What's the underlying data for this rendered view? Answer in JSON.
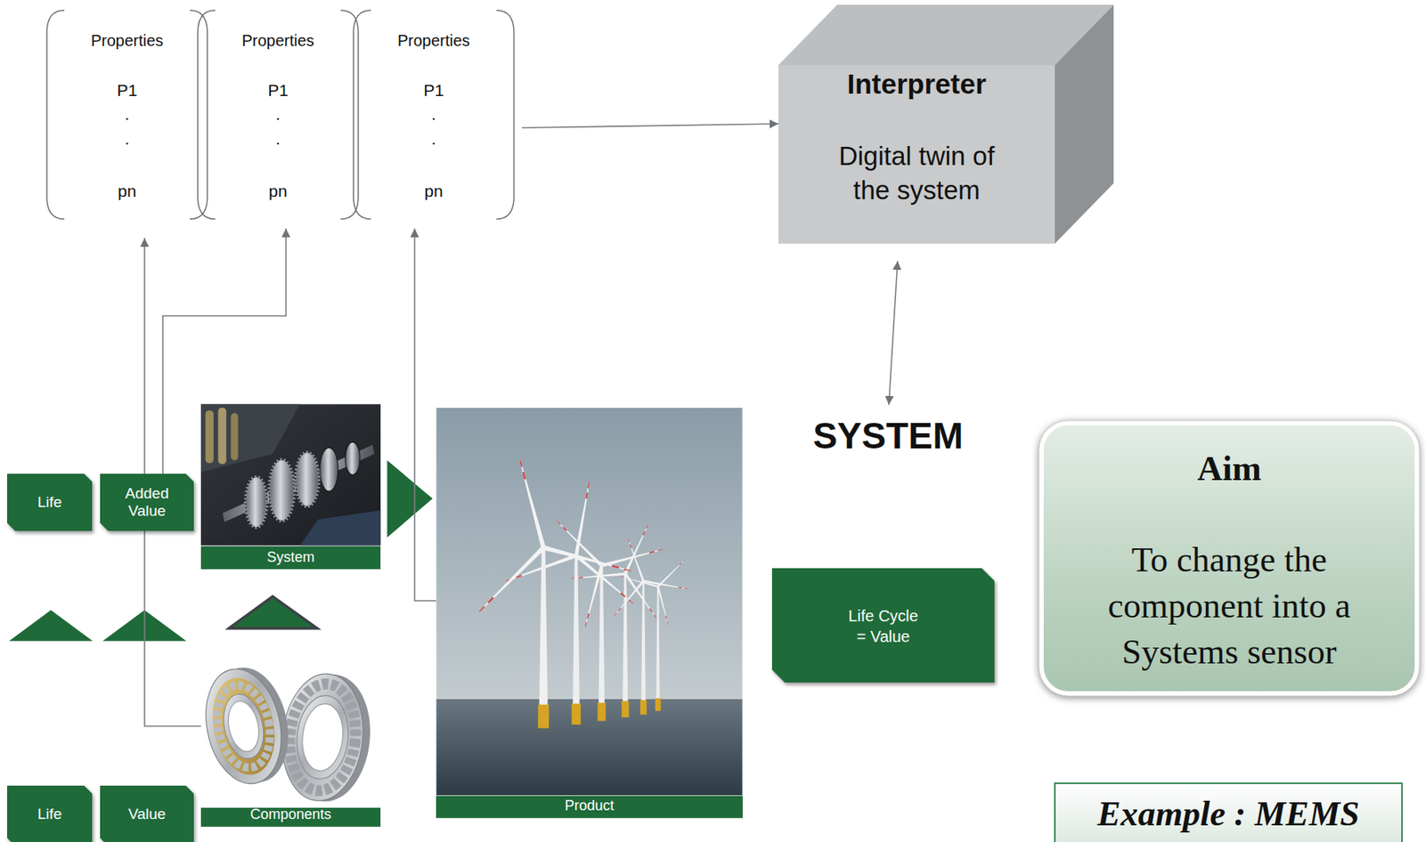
{
  "diagram": {
    "nodes": [
      {
        "text": [
          "Properties",
          "P1",
          ".",
          ".",
          "pn"
        ]
      },
      {
        "text": [
          "Properties",
          "P1",
          ".",
          ".",
          "pn"
        ]
      },
      {
        "text": [
          "Properties",
          "P1",
          ".",
          ".",
          "pn"
        ]
      },
      {
        "text": [
          "Interpreter",
          "Digital twin of the system"
        ]
      },
      {
        "text": [
          "SYSTEM"
        ]
      },
      {
        "text": [
          "Life"
        ]
      },
      {
        "text": [
          "Added Value"
        ]
      },
      {
        "text": [
          "System"
        ]
      },
      {
        "text": [
          "Product"
        ]
      },
      {
        "text": [
          "Life Cycle = Value"
        ]
      },
      {
        "text": [
          "Aim",
          "To change the component into a Systems sensor"
        ]
      },
      {
        "text": [
          "Components"
        ]
      },
      {
        "text": [
          "Life"
        ]
      },
      {
        "text": [
          "Value"
        ]
      },
      {
        "text": [
          "Example : MEMS"
        ]
      }
    ],
    "edges": [
      {
        "from": 11,
        "to": 0,
        "arrow": "to"
      },
      {
        "from": 6,
        "to": 1,
        "arrow": "to"
      },
      {
        "from": 8,
        "to": 2,
        "arrow": "to"
      },
      {
        "from": 2,
        "to": 3,
        "arrow": "to"
      },
      {
        "from": 3,
        "to": 4,
        "arrow": "both"
      }
    ]
  }
}
